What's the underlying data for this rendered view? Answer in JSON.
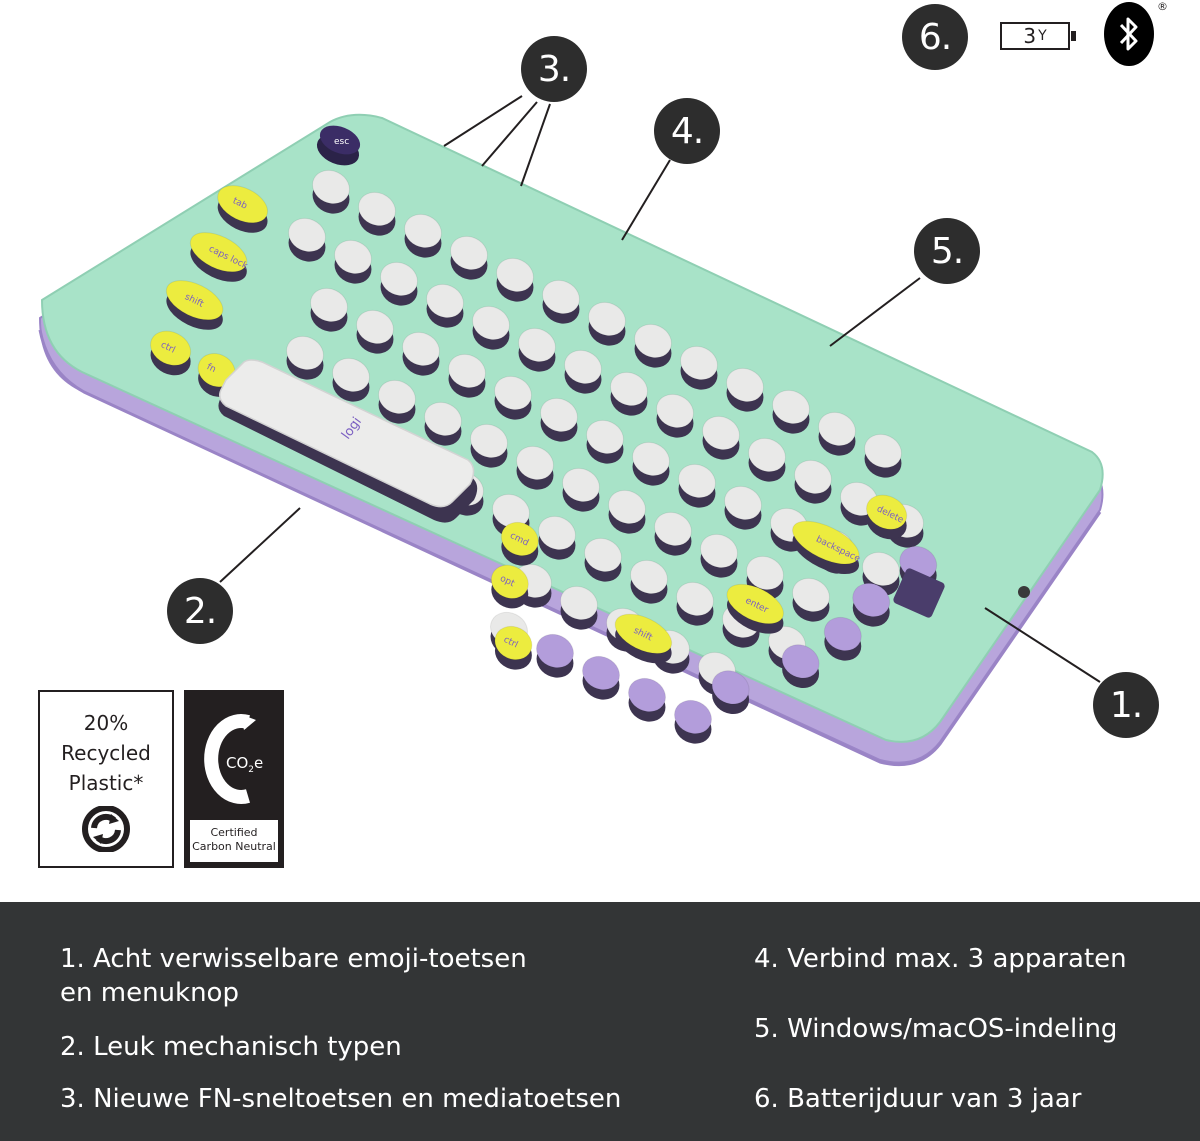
{
  "callouts": {
    "c1": "1.",
    "c2": "2.",
    "c3": "3.",
    "c4": "4.",
    "c5": "5.",
    "c6": "6."
  },
  "battery": {
    "number": "3",
    "unit": "Y"
  },
  "bluetooth": {
    "icon": "bluetooth-icon",
    "registered_mark": "®"
  },
  "badges": {
    "recycled": {
      "line1": "20%",
      "line2": "Recycled",
      "line3": "Plastic*",
      "icon": "recycle-icon"
    },
    "carbon": {
      "co2_prefix": "CO",
      "co2_sub": "2",
      "co2_suffix": "e",
      "line1": "Certified",
      "line2": "Carbon Neutral"
    }
  },
  "keyboard": {
    "brand": "logi",
    "labels": {
      "esc": "esc",
      "tab": "tab",
      "caps": "caps lock",
      "shift_left": "shift",
      "ctrl_left": "ctrl",
      "fn": "fn",
      "opt": "opt",
      "cmd": "cmd",
      "delete": "delete",
      "backspace": "backspace",
      "enter": "enter",
      "shift_right": "shift",
      "ctrl_right": "ctrl"
    },
    "colors": {
      "body": "#b8a5dc",
      "plate": "#9ee0c2",
      "key_white": "#e9e9e8",
      "key_yellow": "#ecec3f",
      "key_purple": "#b39ddb",
      "legend": "#7b5fc2"
    }
  },
  "features": {
    "f1_line1": "1. Acht verwisselbare emoji-toetsen",
    "f1_line2": "en menuknop",
    "f2": "2. Leuk mechanisch typen",
    "f3": "3. Nieuwe FN-sneltoetsen en mediatoetsen",
    "f4": "4. Verbind max. 3 apparaten",
    "f5": "5. Windows/macOS-indeling",
    "f6": "6. Batterijduur van 3 jaar"
  }
}
